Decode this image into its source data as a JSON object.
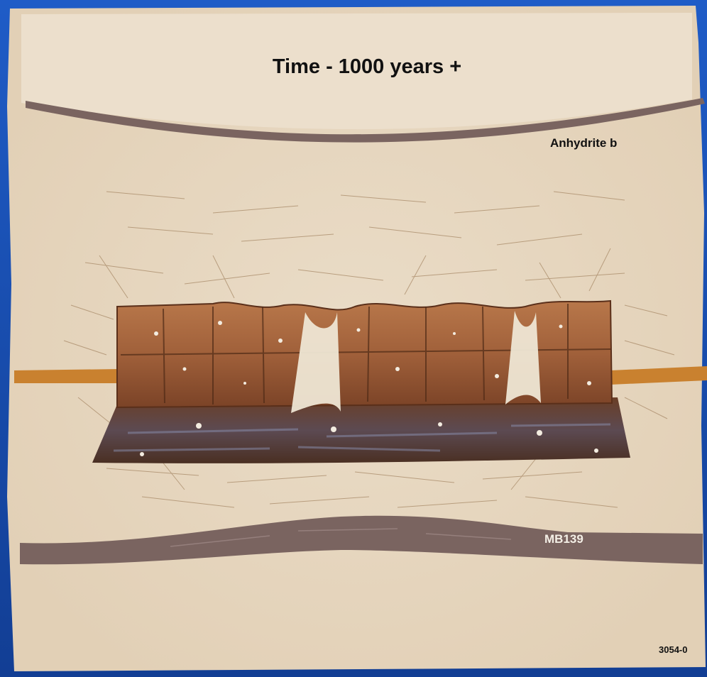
{
  "slide": {
    "title": "Time - 1000 years +",
    "labels": {
      "anhydrite": "Anhydrite b",
      "marker_bed": "MB139",
      "figure_number": "3054-0"
    }
  },
  "colors": {
    "slide_background": "#1a4fb0",
    "salt_matrix": "#e6d6bf",
    "anhydrite_layer": "#7a6460",
    "clay_seam": "#c9812f",
    "waste_drums": "#9a5a32",
    "fracture_lines": "#a88a68"
  }
}
